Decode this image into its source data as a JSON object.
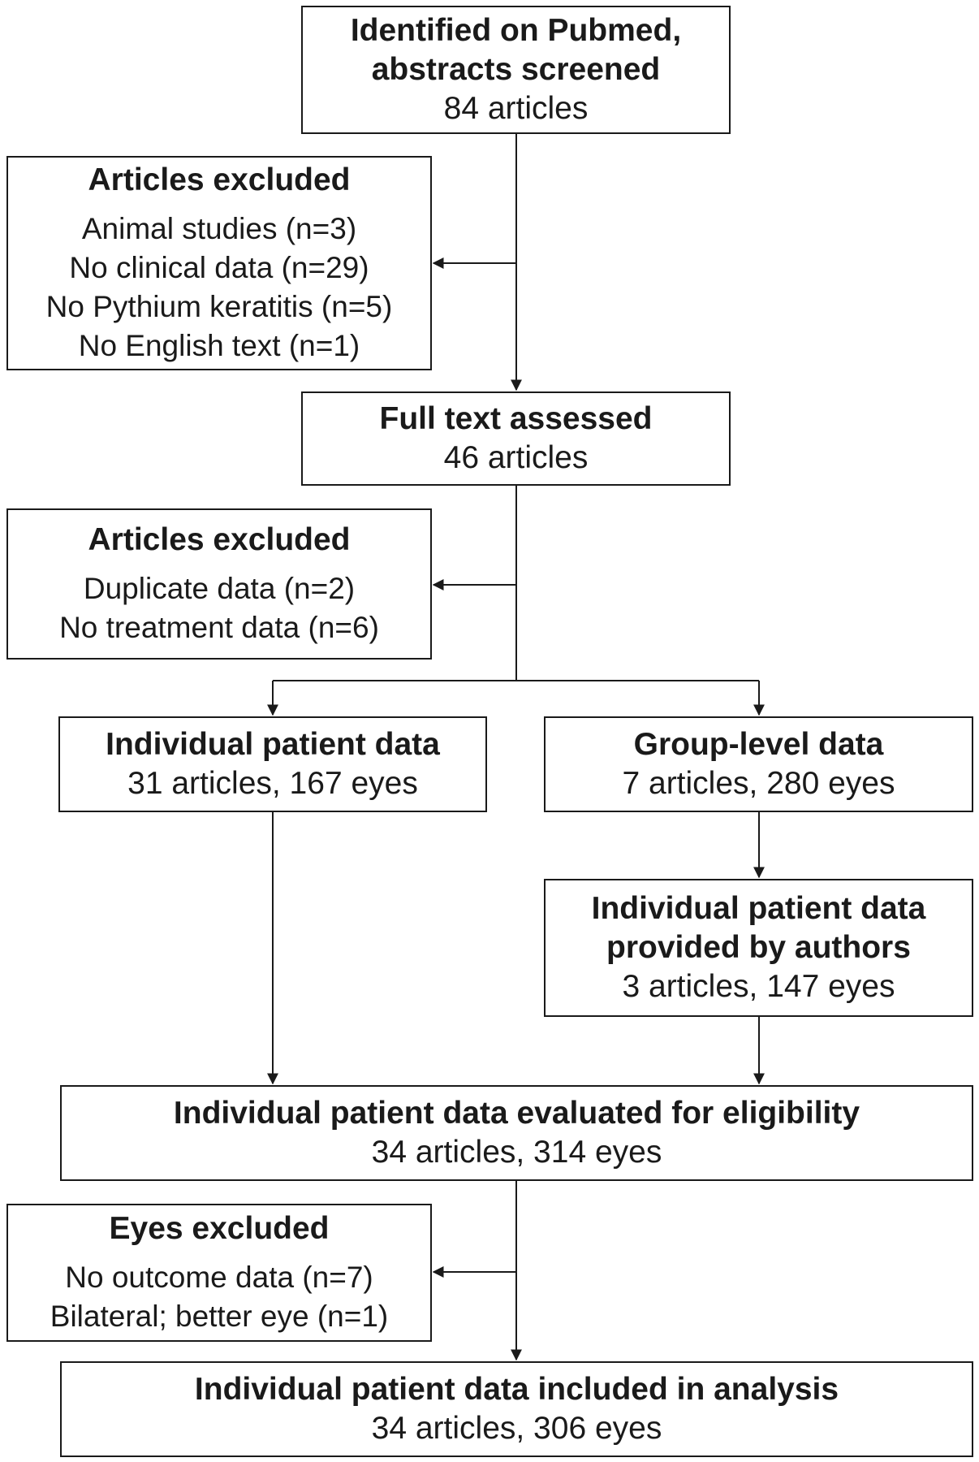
{
  "flowchart": {
    "identified": {
      "title": [
        "Identified on Pubmed,",
        "abstracts screened"
      ],
      "count": "84 articles"
    },
    "excluded_1": {
      "title": "Articles excluded",
      "items": [
        "Animal studies (n=3)",
        "No clinical data (n=29)",
        "No Pythium keratitis (n=5)",
        "No English text (n=1)"
      ]
    },
    "full_text": {
      "title": "Full text assessed",
      "count": "46 articles"
    },
    "excluded_2": {
      "title": "Articles excluded",
      "items": [
        "Duplicate data (n=2)",
        "No treatment data (n=6)"
      ]
    },
    "individual": {
      "title": "Individual patient data",
      "count": "31 articles, 167 eyes"
    },
    "group": {
      "title": "Group-level data",
      "count": "7 articles, 280 eyes"
    },
    "provided": {
      "title": [
        "Individual patient data",
        "provided by authors"
      ],
      "count": "3 articles, 147 eyes"
    },
    "evaluated": {
      "title": "Individual patient data evaluated for eligibility",
      "count": "34 articles, 314 eyes"
    },
    "excluded_3": {
      "title": "Eyes excluded",
      "items": [
        "No outcome data (n=7)",
        "Bilateral; better eye (n=1)"
      ]
    },
    "included": {
      "title": "Individual patient data included in analysis",
      "count": "34 articles, 306 eyes"
    }
  },
  "colors": {
    "line": "#1a1a1a",
    "background": "#ffffff"
  }
}
